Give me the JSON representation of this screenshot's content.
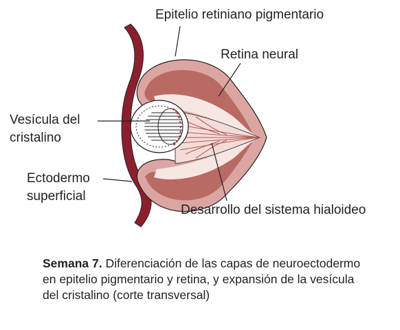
{
  "labels": {
    "rpe": "Epitelio retiniano pigmentario",
    "neural_retina": "Retina neural",
    "lens_vesicle_line1": "Vesícula del",
    "lens_vesicle_line2": "cristalino",
    "ectoderm_line1": "Ectodermo",
    "ectoderm_line2": "superficial",
    "hyaloid": "Desarrollo del sistema hialoideo"
  },
  "caption": {
    "bold": "Semana 7.",
    "text": " Diferenciación de las capas de neuroectodermo en epitelio pigmentario y retina, y expansión de la vesícula del cristalino (corte transversal)"
  },
  "colors": {
    "ectoderm": "#8c1f2e",
    "outer_layer": "#dba6a1",
    "neural_retina": "#b86a63",
    "inner_fill": "#f6e7e3",
    "vessel": "#b35a58",
    "outline": "#231f20"
  }
}
